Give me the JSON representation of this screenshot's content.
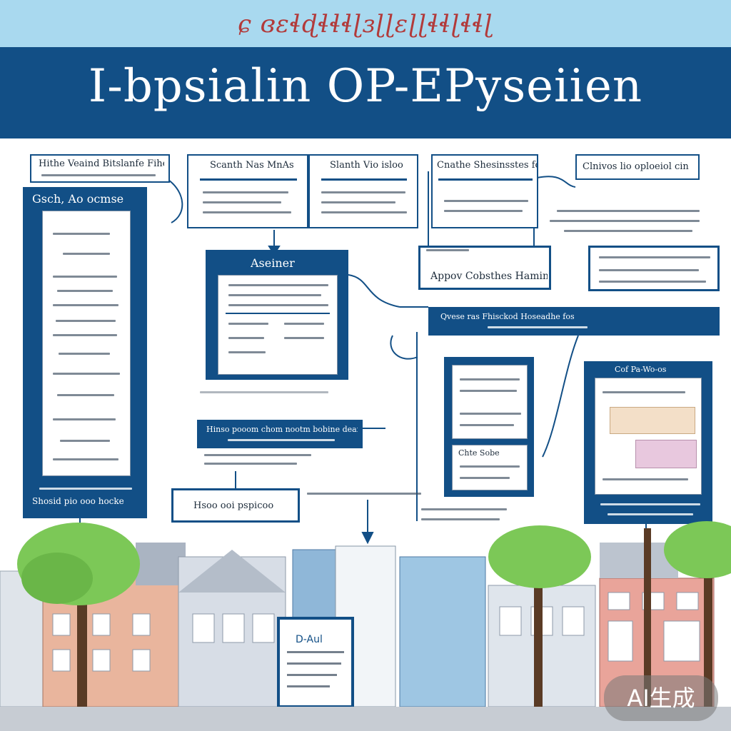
{
  "header": {
    "script_text": "ɕ ɞɛɬɖɬɬɬɭɜɭɭɛɭɭɬɬɭɬɬɭ",
    "title": "I-bpsialin OP-EPyseiien"
  },
  "diagram": {
    "left_tall": {
      "title": "Gsch, Ao ocmse"
    },
    "top_left": {
      "title": "Hithe Veaind Bitslanfe Fiheo"
    },
    "top_mid_a": {
      "title": "Scanth Nas MnAs"
    },
    "top_mid_b": {
      "title": "Slanth Vio isloo"
    },
    "top_right_a": {
      "title": "Cnathe Shesinsstes fom"
    },
    "top_right_b": {
      "title": "Clnivos lio oploeiol cin"
    },
    "center": {
      "title": "Aseiner"
    },
    "mid_right": {
      "title": "Appov Cobsthes Haminam"
    },
    "right_band": {
      "title": "Qvese ras Fhisckod Hoseadhe fos"
    },
    "center_band": {
      "title": "Hinso pooom chom nootm bobine deam"
    },
    "small_label": {
      "title": "Hsoo ooi pspicoo"
    },
    "lower_right_a": {
      "title": "Chte Sobe"
    },
    "lower_right_b": {
      "title": "Cof Pa-Wo-os"
    },
    "left_foot": {
      "title": "Shosid pio ooo hocke"
    }
  },
  "city": {
    "sign_title": "D-Aul"
  },
  "watermark": {
    "text": "AI生成"
  },
  "colors": {
    "primary": "#124f86",
    "sky": "#a9d9ef",
    "tree": "#7cc857",
    "trunk": "#5a3b25"
  }
}
